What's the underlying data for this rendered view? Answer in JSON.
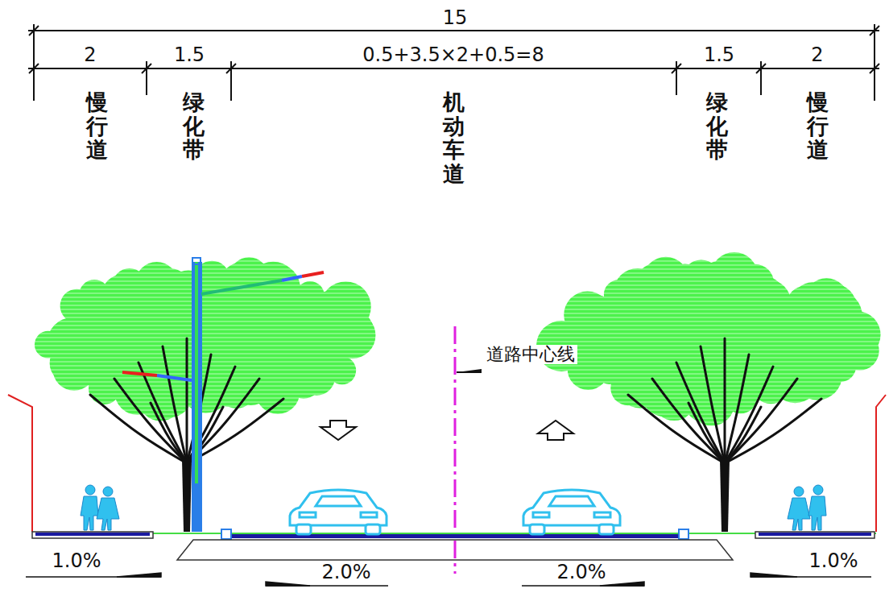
{
  "diagram": {
    "labels": [
      "15",
      "2",
      "1.5",
      "0.5+3.5×2+0.5=8",
      "1.5",
      "2",
      "慢行道",
      "绿化带",
      "机动车道",
      "绿化带",
      "慢行道",
      "道路中心线",
      "1.0%",
      "2.0%",
      "2.0%",
      "1.0%"
    ]
  }
}
